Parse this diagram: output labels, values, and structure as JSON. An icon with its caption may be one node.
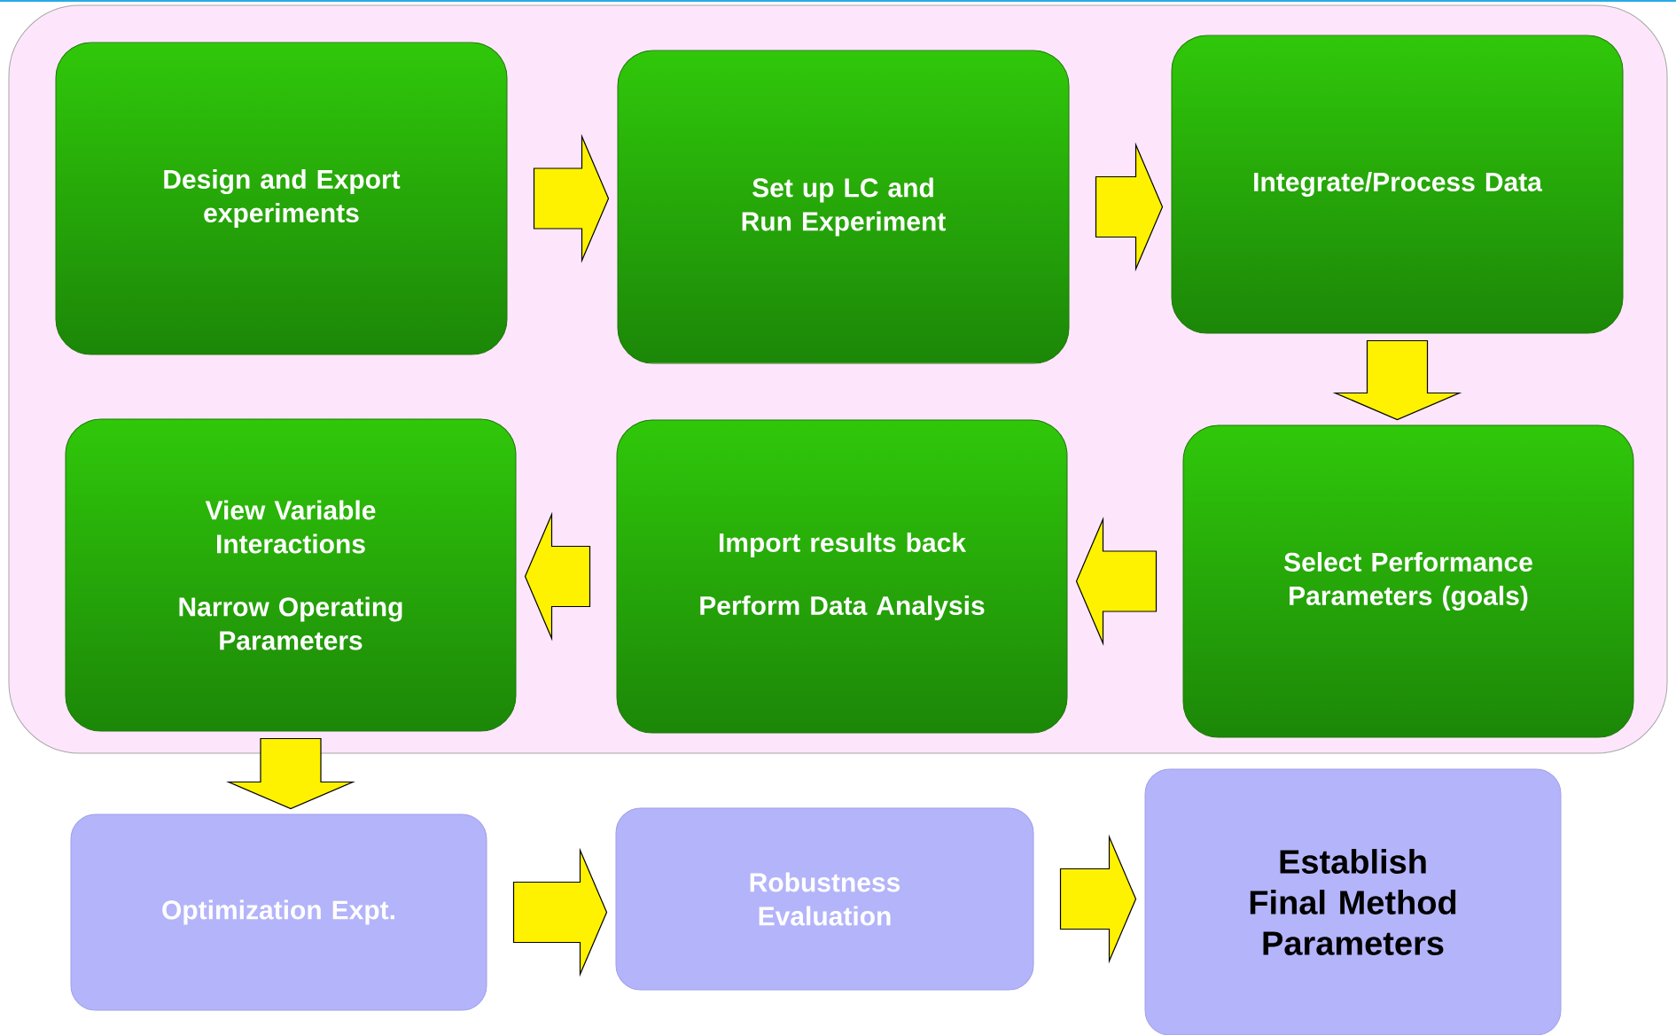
{
  "diagram": {
    "nodes": [
      {
        "text": [],
        "shape": "box"
      },
      {
        "text": [
          "Design and Export experiments"
        ],
        "in": 0
      },
      {
        "text": [
          "Set up LC and Run Experiment"
        ],
        "in": 0
      },
      {
        "text": [
          "Integrate/Process Data"
        ],
        "in": 0
      },
      {
        "text": [
          "Select Performance Parameters (goals)"
        ],
        "in": 0
      },
      {
        "text": [
          "Import results back",
          "Perform Data Analysis"
        ],
        "in": 0
      },
      {
        "text": [
          "View Variable Interactions",
          "Narrow Operating Parameters"
        ],
        "in": 0
      },
      {
        "text": [
          "Optimization Expt."
        ]
      },
      {
        "text": [
          "Robustness Evaluation"
        ]
      },
      {
        "text": [
          "Establish Final Method Parameters"
        ]
      }
    ],
    "edges": [
      {
        "from": 1,
        "to": 2,
        "arrow": "to"
      },
      {
        "from": 2,
        "to": 3,
        "arrow": "to"
      },
      {
        "from": 3,
        "to": 4,
        "arrow": "to"
      },
      {
        "from": 4,
        "to": 5,
        "arrow": "to"
      },
      {
        "from": 5,
        "to": 6,
        "arrow": "to"
      },
      {
        "from": 6,
        "to": 7,
        "arrow": "to"
      },
      {
        "from": 7,
        "to": 8,
        "arrow": "to"
      },
      {
        "from": 8,
        "to": 9,
        "arrow": "to"
      }
    ]
  }
}
